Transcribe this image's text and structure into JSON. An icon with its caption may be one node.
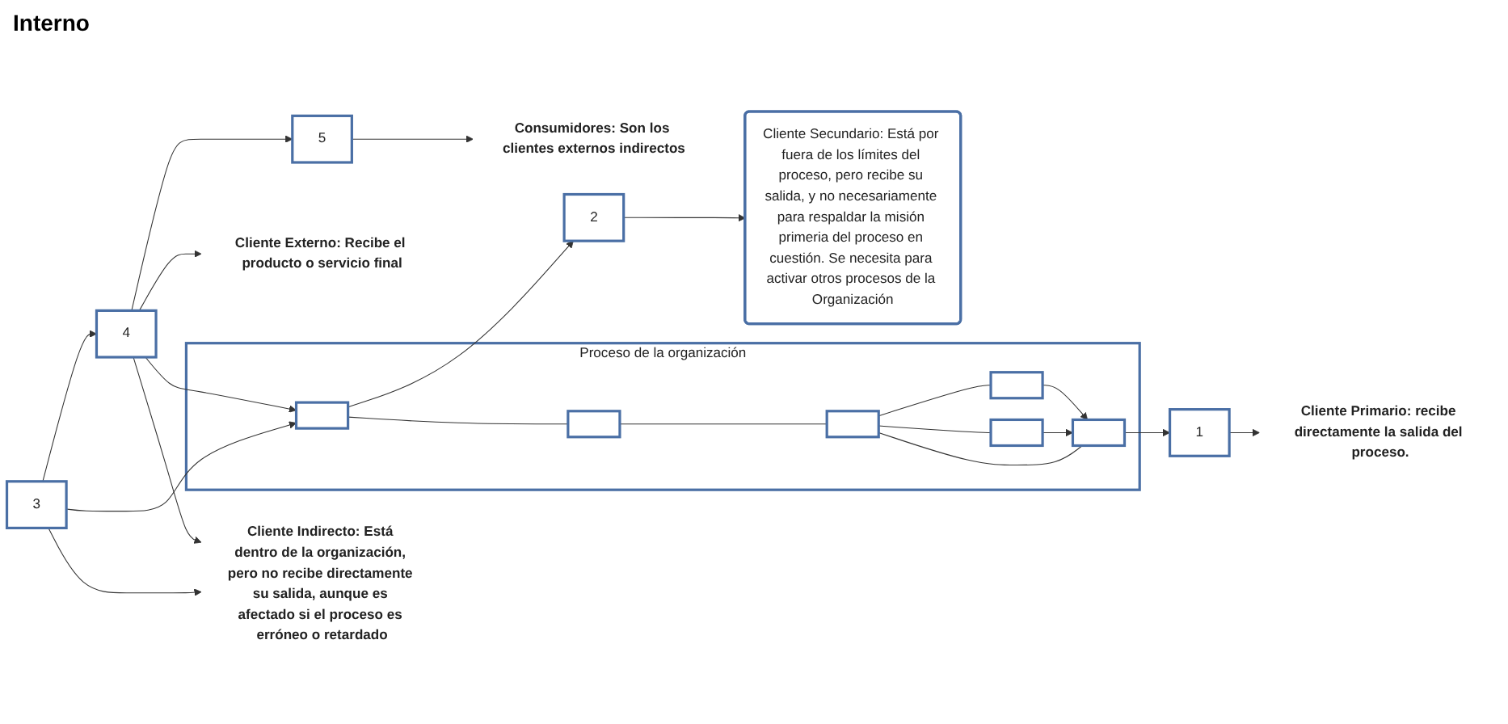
{
  "diagram": {
    "nodes": [
      {
        "text": [
          "Cliente Secundario: Está por fuera de los límites del proceso, pero recibe su salida, y no necesariamente para respaldar la misión primeria del proceso en cuestión. Se necesita para activar otros procesos de la Organización"
        ]
      },
      {
        "text": [
          "2"
        ]
      },
      {
        "text": [
          "Proceso de la organización"
        ]
      },
      {
        "text": [],
        "shape": "box",
        "in": 2
      },
      {
        "text": [],
        "shape": "box",
        "in": 2
      },
      {
        "text": [],
        "shape": "box",
        "in": 2
      },
      {
        "text": [],
        "shape": "box",
        "in": 2
      },
      {
        "text": [],
        "shape": "box",
        "in": 2
      },
      {
        "text": [],
        "shape": "box",
        "in": 2
      },
      {
        "text": [
          "1"
        ]
      },
      {
        "text": [
          "3"
        ]
      },
      {
        "text": [
          "4"
        ]
      },
      {
        "text": [
          "5"
        ]
      },
      {
        "text": [
          "Cliente Externo: Recibe el producto o servicio final"
        ]
      },
      {
        "text": [
          "Consumidores: Son los clientes externos indirectos"
        ]
      },
      {
        "text": [
          "Cliente Primario: recibe directamente la salida del proceso."
        ]
      },
      {
        "text": [
          "Cliente Indirecto: Está dentro de la organización, pero no recibe directamente su salida, aunque es afectado si el proceso es erróneo o retardado"
        ]
      }
    ],
    "edges": [
      {
        "from": 1,
        "to": 0,
        "arrow": "to"
      },
      {
        "from": 3,
        "to": 1,
        "arrow": "to"
      },
      {
        "from": 3,
        "to": 4,
        "arrow": "none"
      },
      {
        "from": 4,
        "to": 5,
        "arrow": "none"
      },
      {
        "from": 5,
        "to": 6,
        "arrow": "none"
      },
      {
        "from": 5,
        "to": 7,
        "arrow": "none"
      },
      {
        "from": 5,
        "to": 8,
        "arrow": "none"
      },
      {
        "from": 6,
        "to": 8,
        "arrow": "to"
      },
      {
        "from": 7,
        "to": 8,
        "arrow": "to"
      },
      {
        "from": 8,
        "to": 9,
        "arrow": "to"
      },
      {
        "from": 10,
        "to": 11,
        "arrow": "to"
      },
      {
        "from": 11,
        "to": 12,
        "arrow": "to"
      },
      {
        "from": 11,
        "to": 13,
        "arrow": "to"
      },
      {
        "from": 12,
        "to": 14,
        "arrow": "to"
      },
      {
        "from": 9,
        "to": 15,
        "arrow": "to"
      },
      {
        "from": 10,
        "to": 3,
        "arrow": "to"
      },
      {
        "from": 11,
        "to": 3,
        "arrow": "to"
      },
      {
        "from": 10,
        "to": 16,
        "arrow": "to"
      },
      {
        "from": 11,
        "to": 16,
        "arrow": "to"
      }
    ],
    "labels": [
      "Interno"
    ]
  }
}
